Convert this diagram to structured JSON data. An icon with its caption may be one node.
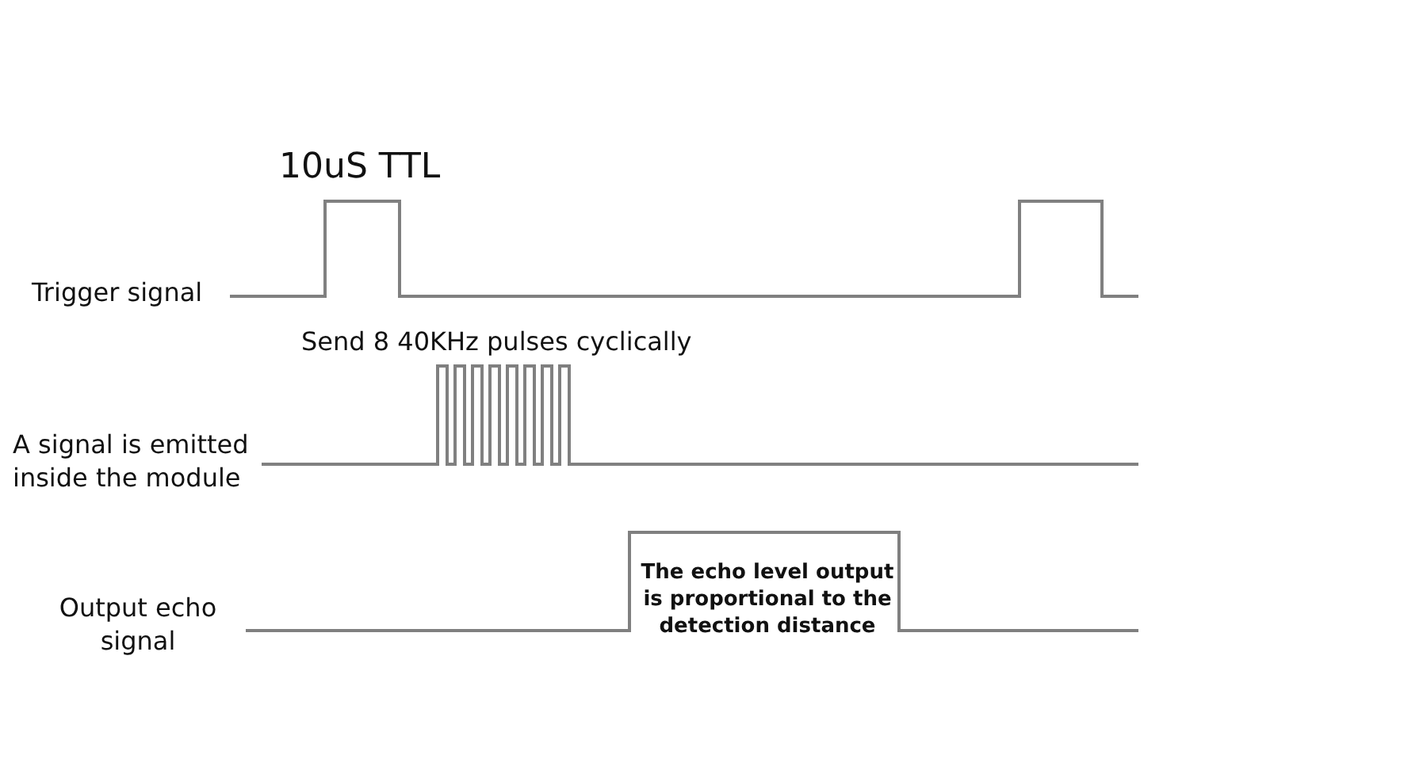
{
  "diagram": {
    "labels": [
      "10uS TTL",
      "Trigger signal",
      "Send 8 40KHz pulses cyclically",
      "A signal is emitted inside the module",
      "Output echo signal",
      "The echo level output is proportional to the detection distance"
    ]
  }
}
